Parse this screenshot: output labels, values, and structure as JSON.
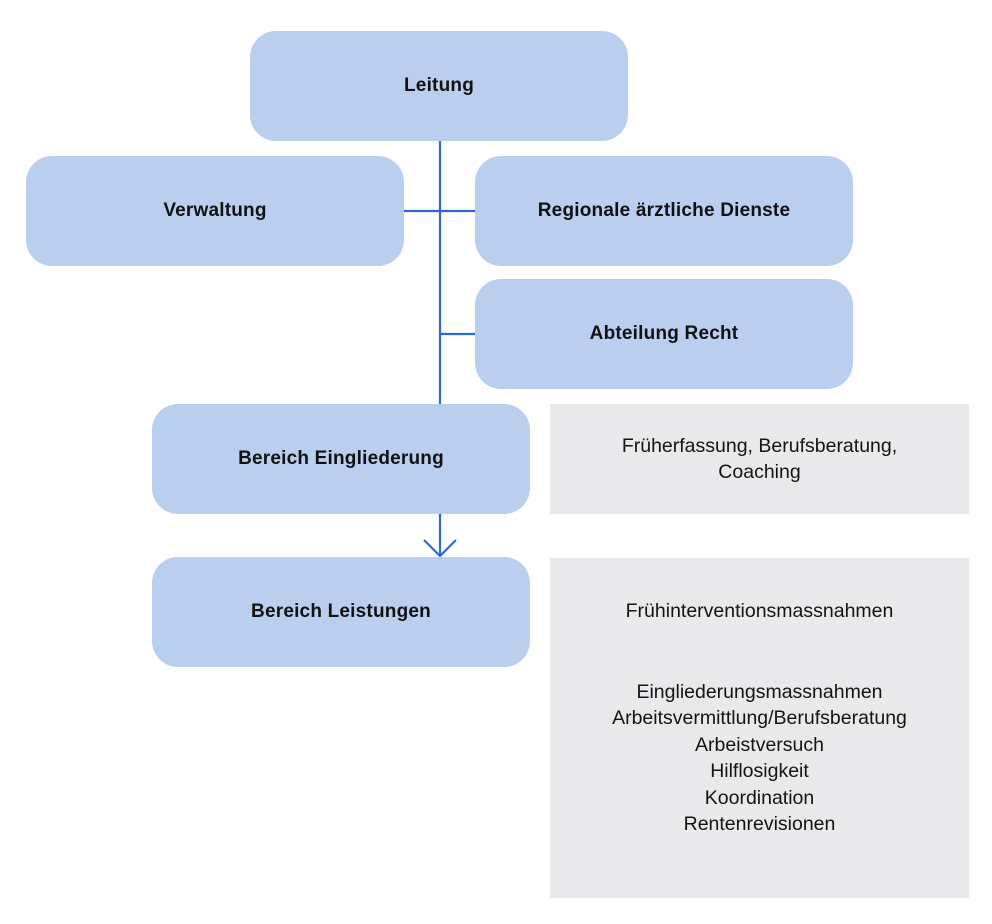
{
  "diagram": {
    "type": "org-chart",
    "colors": {
      "node_fill": "#bacfee",
      "note_fill": "#e9e9eb",
      "connector": "#2f6ad3",
      "text": "#111111"
    },
    "nodes": {
      "leitung": "Leitung",
      "verwaltung": "Verwaltung",
      "regionale_aerztliche_dienste": "Regionale ärztliche Dienste",
      "abteilung_recht": "Abteilung Recht",
      "bereich_eingliederung": "Bereich Eingliederung",
      "bereich_leistungen": "Bereich Leistungen"
    },
    "notes": {
      "eingliederung": {
        "lines": [
          "Früherfassung, Berufsberatung,",
          "Coaching"
        ]
      },
      "leistungen": {
        "lines": [
          "Frühinterventionsmassnahmen",
          "Eingliederungsmassnahmen",
          "Arbeitsvermittlung/Berufsberatung",
          "Arbeistversuch",
          "Hilflosigkeit",
          "Koordination",
          "Rentenrevisionen"
        ]
      }
    },
    "edges": [
      {
        "from": "Leitung",
        "to": "Verwaltung",
        "style": "line"
      },
      {
        "from": "Leitung",
        "to": "Regionale ärztliche Dienste",
        "style": "line"
      },
      {
        "from": "Leitung",
        "to": "Abteilung Recht",
        "style": "line"
      },
      {
        "from": "Leitung",
        "to": "Bereich Eingliederung",
        "style": "line"
      },
      {
        "from": "Bereich Eingliederung",
        "to": "Bereich Leistungen",
        "style": "arrow"
      }
    ]
  }
}
